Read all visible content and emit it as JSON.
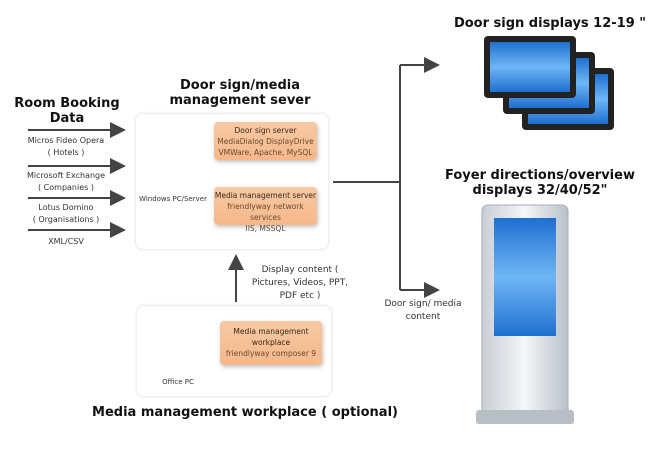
{
  "room_booking": {
    "title_line1": "Room Booking",
    "title_line2": "Data",
    "sources": [
      {
        "line1": "Micros Fideo Opera",
        "line2": "( Hotels )"
      },
      {
        "line1": "Microsoft Exchange",
        "line2": "( Companies )"
      },
      {
        "line1": "Lotus Domino",
        "line2": "( Organisations )"
      },
      {
        "line1": "XML/CSV",
        "line2": ""
      }
    ]
  },
  "server": {
    "title_line1": "Door sign/media",
    "title_line2": "management sever",
    "pc_label": "Windows PC/Server",
    "door_sign_server": {
      "heading": "Door sign server",
      "line1": "MediaDialog DisplayDrive",
      "line2": "VMWare, Apache, MySQL"
    },
    "media_server": {
      "heading": "Media management server",
      "line1": "friendlyway network services",
      "line2": "IIS, MSSQL"
    }
  },
  "display_content": {
    "line1": "Display content (",
    "line2": "Pictures, Videos, PPT,",
    "line3": "PDF etc )"
  },
  "workplace": {
    "pc_label": "Office PC",
    "box_line1": "Media management",
    "box_line2": "workplace",
    "box_line3": "friendlyway composer 9",
    "title": "Media management workplace ( optional)"
  },
  "output_label": {
    "line1": "Door sign/ media",
    "line2": "content"
  },
  "door_sign_displays": {
    "title": "Door sign displays 12-19 \""
  },
  "foyer": {
    "title_line1": "Foyer directions/overview",
    "title_line2": "displays 32/40/52\""
  },
  "colors": {
    "orange": "#f5b88a",
    "screen_blue": "#3f8fe0",
    "arrow": "#444444"
  }
}
